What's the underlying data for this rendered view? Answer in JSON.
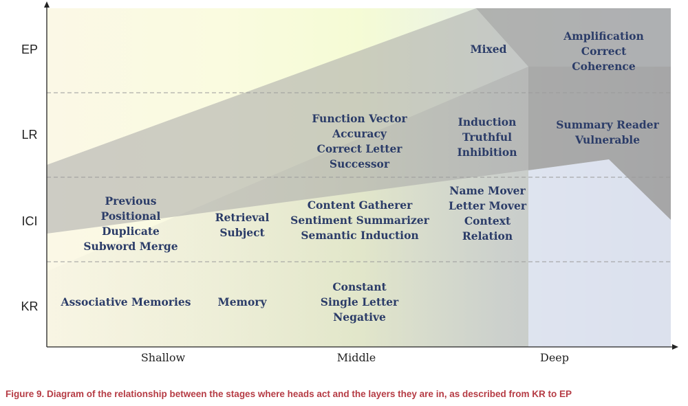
{
  "stages": [
    "EP",
    "LR",
    "ICI",
    "KR"
  ],
  "depths": [
    "Shallow",
    "Middle",
    "Deep"
  ],
  "cells": [
    {
      "id": "ep-deep-mid",
      "lines": [
        "Mixed"
      ]
    },
    {
      "id": "ep-deep",
      "lines": [
        "Amplification",
        "Correct",
        "Coherence"
      ]
    },
    {
      "id": "lr-middle",
      "lines": [
        "Function Vector",
        "Accuracy",
        "Correct Letter",
        "Successor"
      ]
    },
    {
      "id": "lr-deep-mid",
      "lines": [
        "Induction",
        "Truthful",
        "Inhibition"
      ]
    },
    {
      "id": "lr-deep",
      "lines": [
        "Summary Reader",
        "Vulnerable"
      ]
    },
    {
      "id": "ici-shallow",
      "lines": [
        "Previous",
        "Positional",
        "Duplicate",
        "Subword Merge"
      ]
    },
    {
      "id": "ici-shallow-mid",
      "lines": [
        "Retrieval",
        "Subject"
      ]
    },
    {
      "id": "ici-middle",
      "lines": [
        "Content Gatherer",
        "Sentiment Summarizer",
        "Semantic Induction"
      ]
    },
    {
      "id": "ici-deep-mid",
      "lines": [
        "Name Mover",
        "Letter Mover",
        "Context",
        "Relation"
      ]
    },
    {
      "id": "kr-shallow",
      "lines": [
        "Associative Memories"
      ]
    },
    {
      "id": "kr-shallow-mid",
      "lines": [
        "Memory"
      ]
    },
    {
      "id": "kr-middle",
      "lines": [
        "Constant",
        "Single Letter",
        "Negative"
      ]
    }
  ],
  "caption": "Figure 9.  Diagram of the relationship between the stages where heads act and the layers they are in, as described from KR to EP",
  "colors": {
    "text": "#2b3c68",
    "caption": "#b53b44",
    "gradient_left": "#fbf8e6",
    "gradient_mid": "#f6fbd6",
    "gradient_right": "#e4eaf6",
    "band_gray": "#a9a9a9"
  }
}
